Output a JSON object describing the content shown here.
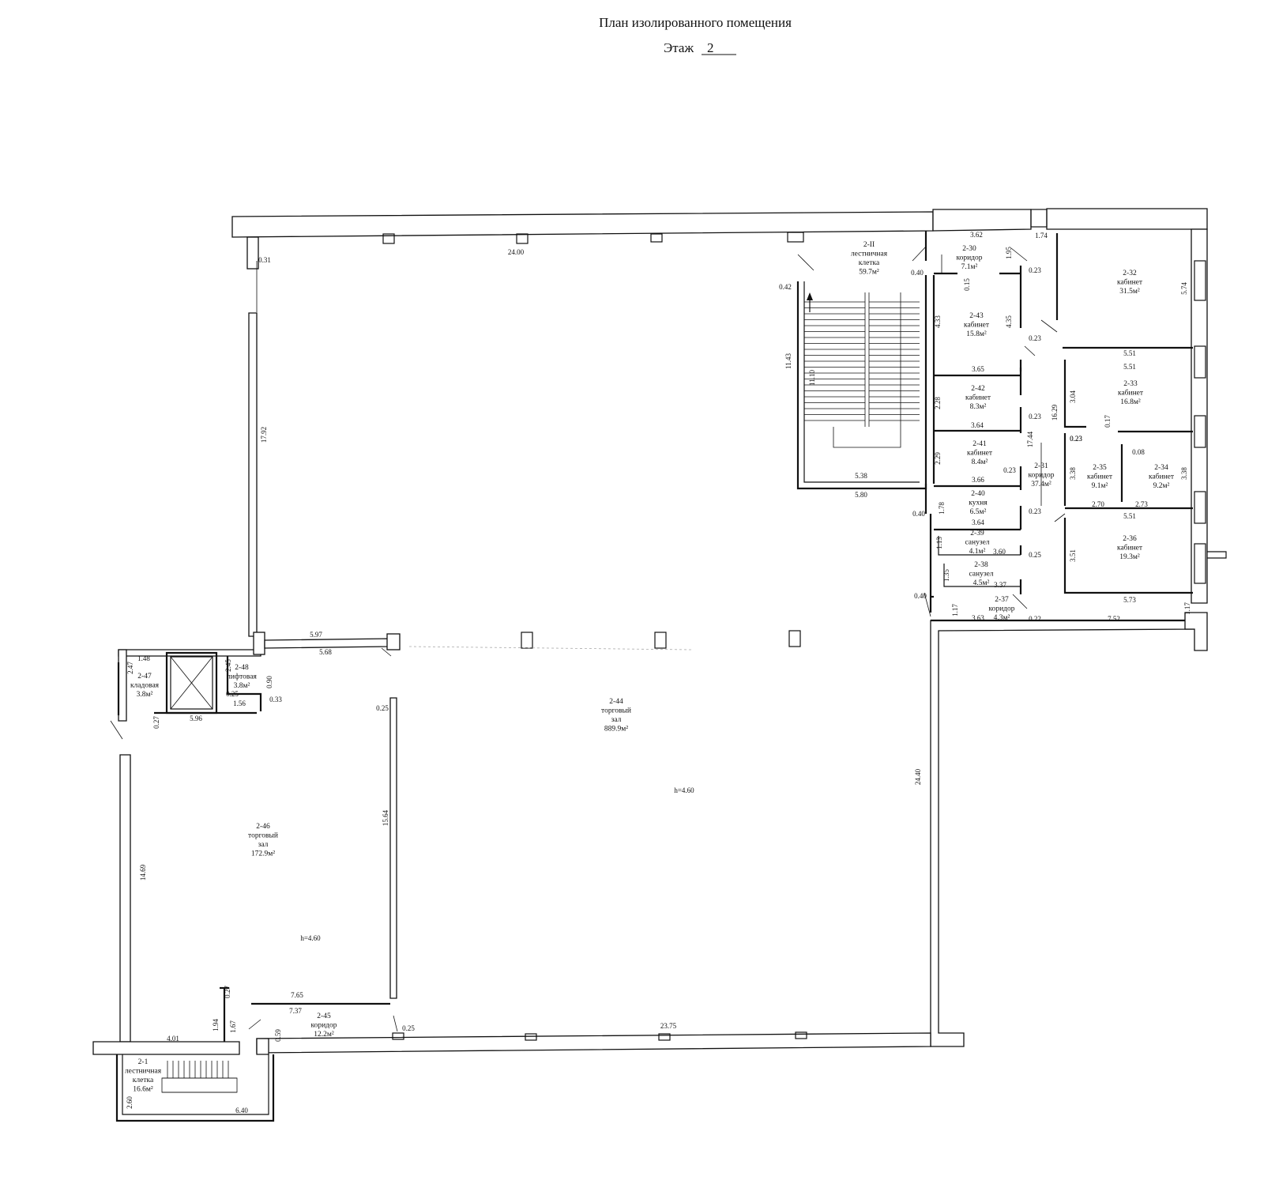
{
  "header": {
    "title": "План изолированного помещения",
    "floor_label": "Этаж",
    "floor_value": "2"
  },
  "rooms": [
    {
      "id": "2-II",
      "line1": "лестничная",
      "line2": "клетка",
      "area": "59.7м²"
    },
    {
      "id": "2-30",
      "line1": "коридор",
      "area": "7.1м²"
    },
    {
      "id": "2-32",
      "line1": "кабинет",
      "area": "31.5м²"
    },
    {
      "id": "2-43",
      "line1": "кабинет",
      "area": "15.8м²"
    },
    {
      "id": "2-33",
      "line1": "кабинет",
      "area": "16.8м²"
    },
    {
      "id": "2-42",
      "line1": "кабинет",
      "area": "8.3м²"
    },
    {
      "id": "2-41",
      "line1": "кабинет",
      "area": "8.4м²"
    },
    {
      "id": "2-31",
      "line1": "коридор",
      "area": "37.4м²"
    },
    {
      "id": "2-35",
      "line1": "кабинет",
      "area": "9.1м²"
    },
    {
      "id": "2-34",
      "line1": "кабинет",
      "area": "9.2м²"
    },
    {
      "id": "2-40",
      "line1": "кухня",
      "area": "6.5м²"
    },
    {
      "id": "2-39",
      "line1": "санузел",
      "area": "4.1м²"
    },
    {
      "id": "2-36",
      "line1": "кабинет",
      "area": "19.3м²"
    },
    {
      "id": "2-38",
      "line1": "санузел",
      "area": "4.5м²"
    },
    {
      "id": "2-37",
      "line1": "коридор",
      "area": "4.3м²"
    },
    {
      "id": "2-47",
      "line1": "кладовая",
      "area": "3.8м²"
    },
    {
      "id": "2-48",
      "line1": "лифтовая",
      "area": "3.8м²"
    },
    {
      "id": "2-44",
      "line1": "торговый",
      "line2": "зал",
      "area": "889.9м²"
    },
    {
      "id": "2-46",
      "line1": "торговый",
      "line2": "зал",
      "area": "172.9м²"
    },
    {
      "id": "2-45",
      "line1": "коридор",
      "area": "12.2м²"
    },
    {
      "id": "2-1",
      "line1": "лестничная",
      "line2": "клетка",
      "area": "16.6м²"
    }
  ],
  "heights": [
    "h=4.60",
    "h=4.60"
  ],
  "dimensions": [
    "24.00",
    "0.31",
    "17.92",
    "0.42",
    "11.43",
    "11.10",
    "5.38",
    "5.80",
    "0.40",
    "3.62",
    "1.74",
    "1.95",
    "0.15",
    "0.23",
    "4.33",
    "4.35",
    "0.23",
    "0.23",
    "5.74",
    "5.51",
    "5.51",
    "3.65",
    "2.28",
    "3.04",
    "16.29",
    "0.23",
    "3.64",
    "0.17",
    "0.23",
    "17.44",
    "0.08",
    "2.29",
    "3.38",
    "3.38",
    "0.23",
    "3.66",
    "2.70",
    "2.73",
    "0.40",
    "1.78",
    "0.23",
    "3.64",
    "5.51",
    "1.13",
    "3.60",
    "0.25",
    "3.51",
    "1.35",
    "3.37",
    "0.40",
    "5.73",
    "1.17",
    "3.63",
    "0.22",
    "7.52",
    "1.17",
    "5.97",
    "5.68",
    "1.48",
    "2.47",
    "2.45",
    "0.90",
    "0.25",
    "1.56",
    "0.33",
    "0.27",
    "5.96",
    "0.25",
    "24.40",
    "15.64",
    "14.69",
    "0.27",
    "7.65",
    "7.37",
    "1.94",
    "1.67",
    "4.01",
    "0.59",
    "0.25",
    "23.75",
    "2.60",
    "6.40"
  ]
}
